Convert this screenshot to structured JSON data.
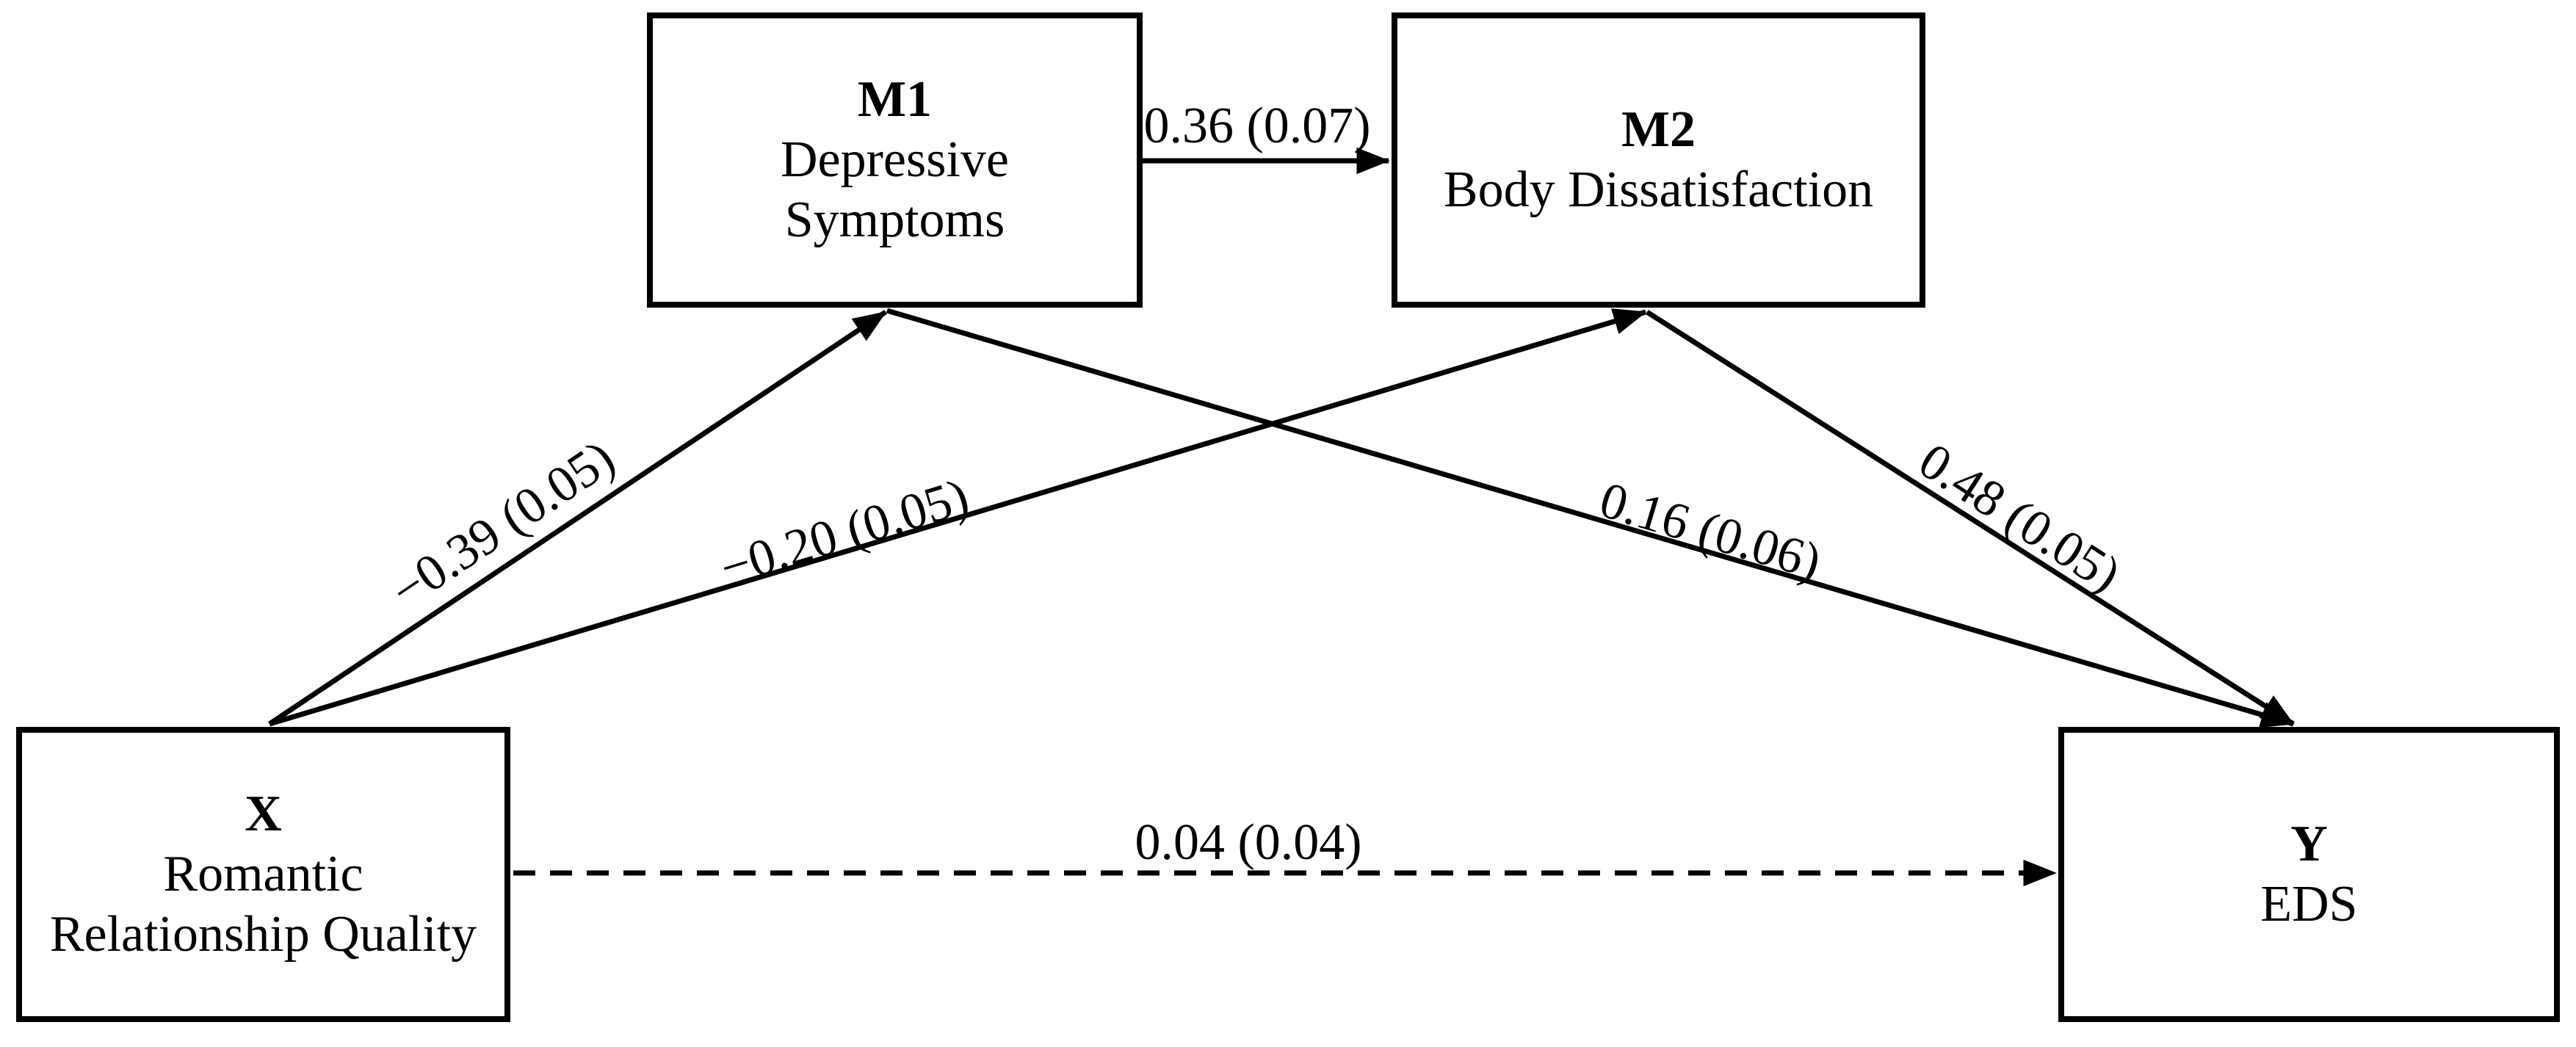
{
  "diagram": {
    "type": "serial-mediation-path-model",
    "colors": {
      "line": "#000000",
      "text": "#000000",
      "background": "#ffffff"
    },
    "nodes": {
      "m1": {
        "name": "M1",
        "lines": [
          "Depressive",
          "Symptoms"
        ],
        "label": "Depressive Symptoms"
      },
      "m2": {
        "name": "M2",
        "lines": [
          "Body Dissatisfaction"
        ],
        "label": "Body Dissatisfaction"
      },
      "x": {
        "name": "X",
        "lines": [
          "Romantic",
          "Relationship Quality"
        ],
        "label": "Romantic Relationship Quality"
      },
      "y": {
        "name": "Y",
        "lines": [
          "EDS"
        ],
        "label": "EDS"
      }
    },
    "paths": {
      "x_m1": {
        "from": "X",
        "to": "M1",
        "coefficient": "−0.39 (0.05)",
        "style": "solid"
      },
      "x_m2": {
        "from": "X",
        "to": "M2",
        "coefficient": "−0.20 (0.05)",
        "style": "solid"
      },
      "m1_m2": {
        "from": "M1",
        "to": "M2",
        "coefficient": "0.36 (0.07)",
        "style": "solid"
      },
      "m1_y": {
        "from": "M1",
        "to": "Y",
        "coefficient": "0.16 (0.06)",
        "style": "solid"
      },
      "m2_y": {
        "from": "M2",
        "to": "Y",
        "coefficient": "0.48 (0.05)",
        "style": "solid"
      },
      "x_y": {
        "from": "X",
        "to": "Y",
        "coefficient": "0.04 (0.04)",
        "style": "dashed"
      }
    }
  }
}
